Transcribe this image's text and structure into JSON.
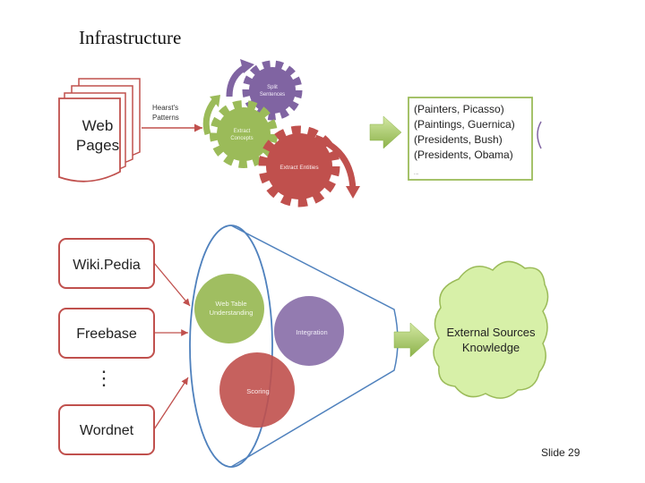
{
  "slide": {
    "title": "Infrastructure",
    "number": "Slide 29"
  },
  "top_pipeline": {
    "input_label_line1": "Web",
    "input_label_line2": "Pages",
    "patterns_line1": "Hearst's",
    "patterns_line2": "Patterns",
    "gear_split_line1": "Split",
    "gear_split_line2": "Sentences",
    "gear_concepts_line1": "Extract",
    "gear_concepts_line2": "Concepts",
    "gear_entities": "Extract Entities",
    "output_pairs": [
      "(Painters, Picasso)",
      "(Paintings, Guernica)",
      "(Presidents, Bush)",
      "(Presidents, Obama)"
    ],
    "output_ellipsis": "...."
  },
  "bottom_pipeline": {
    "sources": [
      "Wiki.Pedia",
      "Freebase",
      "Wordnet"
    ],
    "sources_ellipsis": "⋮",
    "circle_understanding_line1": "Web Table",
    "circle_understanding_line2": "Understanding",
    "circle_integration": "Integration",
    "circle_scoring": "Scoring",
    "result_line1": "External Sources",
    "result_line2": "Knowledge"
  },
  "colors": {
    "box_border": "#c0504d",
    "gear_purple": "#8064a2",
    "gear_green": "#9bbb59",
    "gear_red": "#c0504d",
    "output_border": "#9bbb59",
    "funnel_border": "#4f81bd",
    "cloud_fill": "#d7f0a8",
    "arrow_green": "#9bbb59"
  }
}
